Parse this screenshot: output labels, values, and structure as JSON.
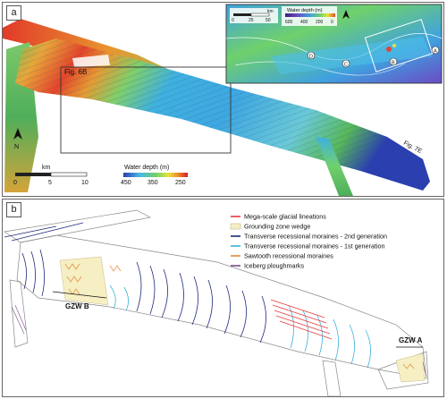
{
  "panel_a": {
    "letter": "a",
    "fig_label_6b": "Fig. 6B",
    "fig_label_7e": "Fig. 7E",
    "north_label": "N",
    "scalebar": {
      "unit": "km",
      "ticks": [
        "0",
        "5",
        "10"
      ]
    },
    "colorbar": {
      "title": "Water depth (m)",
      "ticks": [
        "450",
        "350",
        "250"
      ],
      "colors": [
        "#2b3fb0",
        "#49b7e6",
        "#6fd06c",
        "#e8e23a",
        "#f08a2a",
        "#d42020"
      ]
    },
    "inset": {
      "scalebar": {
        "unit": "km",
        "ticks": [
          "0",
          "25",
          "50"
        ]
      },
      "colorbar": {
        "title": "Water depth (m)",
        "ticks": [
          "600",
          "400",
          "200",
          "0"
        ],
        "colors": [
          "#3a1f7a",
          "#6a4bc4",
          "#3fa2df",
          "#6fd06c",
          "#e8e23a",
          "#d9512a"
        ]
      },
      "markers": [
        "A",
        "B",
        "C",
        "D"
      ]
    }
  },
  "panel_b": {
    "letter": "b",
    "legend": [
      {
        "label": "Mega-scale glacial lineations",
        "color": "#e63a3a",
        "kind": "line"
      },
      {
        "label": "Grounding zone wedge",
        "color": "#f6efc4",
        "kind": "box"
      },
      {
        "label": "Transverse recessional moraines - 2nd generation",
        "color": "#1f2a7a",
        "kind": "line"
      },
      {
        "label": "Transverse recessional moraines - 1st generation",
        "color": "#3ab0dc",
        "kind": "line"
      },
      {
        "label": "Sawtooth recessional moraines",
        "color": "#e08a3a",
        "kind": "line"
      },
      {
        "label": "Iceberg ploughmarks",
        "color": "#7a4a8a",
        "kind": "line"
      }
    ],
    "gzw_labels": [
      "GZW B",
      "GZW A"
    ]
  }
}
